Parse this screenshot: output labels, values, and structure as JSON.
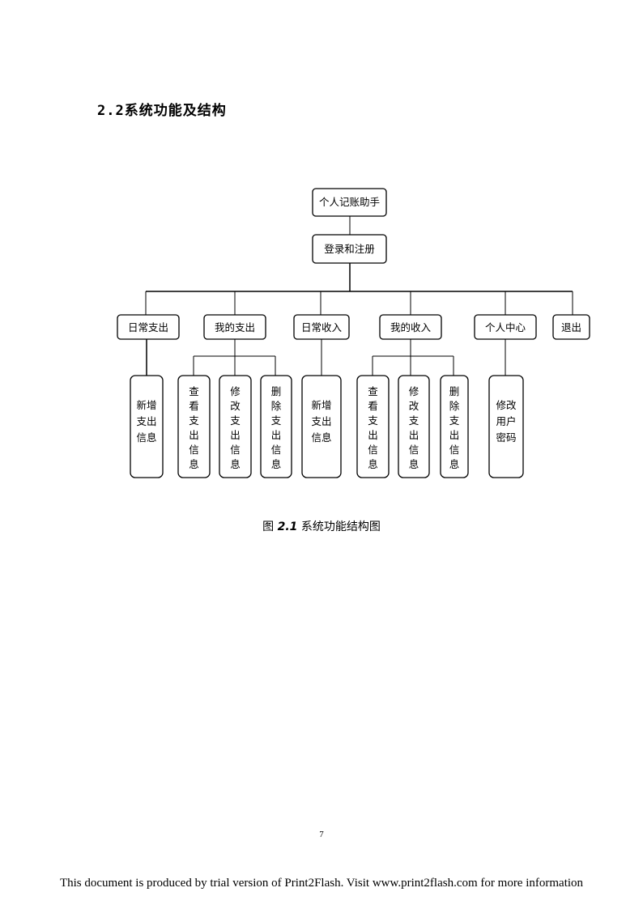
{
  "section_heading": "2.2系统功能及结构",
  "diagram": {
    "root": "个人记账助手",
    "level2": "登录和注册",
    "modules": [
      {
        "label": "日常支出",
        "children": [
          "新增支出信息"
        ]
      },
      {
        "label": "我的支出",
        "children": [
          "查看支出信息",
          "修改支出信息",
          "删除支出信息"
        ]
      },
      {
        "label": "日常收入",
        "children": [
          "新增支出信息"
        ]
      },
      {
        "label": "我的收入",
        "children": [
          "查看支出信息",
          "修改支出信息",
          "删除支出信息"
        ]
      },
      {
        "label": "个人中心",
        "children": [
          "修改用户密码"
        ]
      },
      {
        "label": "退出",
        "children": []
      }
    ]
  },
  "caption": {
    "prefix": "图",
    "number": "2.1",
    "text": "系统功能结构图"
  },
  "page_number": "7",
  "trial_notice": "This document is produced by trial version of Print2Flash. Visit www.print2flash.com for more information"
}
